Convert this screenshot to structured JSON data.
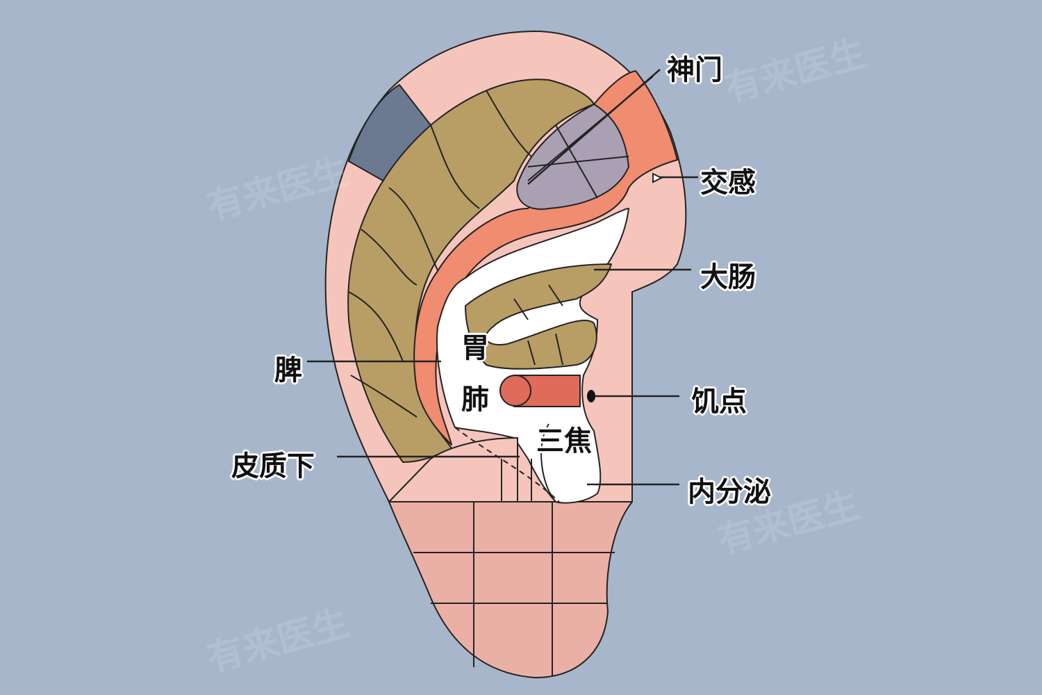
{
  "title": "耳穴位置图",
  "labels": {
    "shenmen": "神门",
    "jiaogan": "交感",
    "dachang": "大肠",
    "pi": "脾",
    "wei": "胃",
    "fei": "肺",
    "jidian": "饥点",
    "sanjiao": "三焦",
    "pizhixia": "皮质下",
    "neifenmi": "内分泌"
  },
  "watermark": "有来医生",
  "colors": {
    "background": "#a7b6ca",
    "ear_skin": "#f5c5bb",
    "lobe": "#ebb0a5",
    "tan_zone": "#b89d65",
    "salmon_zone": "#f08c70",
    "purple_zone": "#a9a0b3",
    "dark_zone": "#6b7a90",
    "lung_point": "#df6b5a"
  }
}
